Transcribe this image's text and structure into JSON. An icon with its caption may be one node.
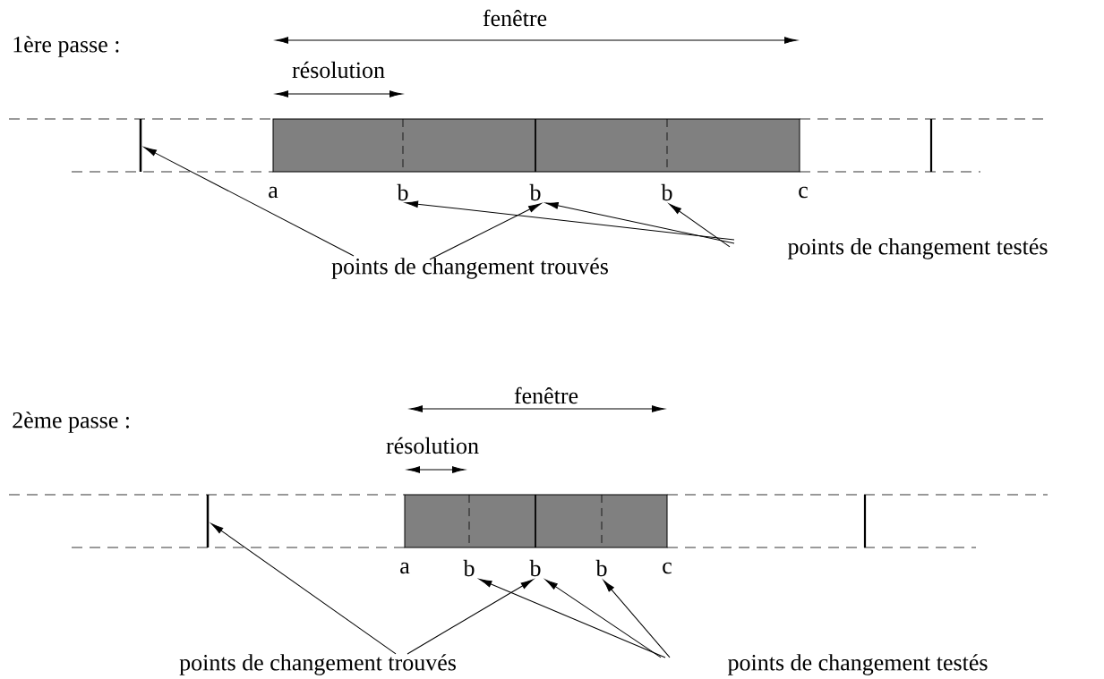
{
  "diagram": {
    "nodes": [
      {
        "text": [],
        "shape": "bar"
      },
      {
        "text": [
          "b"
        ]
      },
      {
        "text": [
          "b"
        ]
      },
      {
        "text": [
          "b"
        ]
      },
      {
        "text": [
          "points de changement trouvés"
        ]
      },
      {
        "text": [
          "points de changement testés"
        ]
      },
      {
        "text": [],
        "shape": "bar"
      },
      {
        "text": [
          "b"
        ]
      },
      {
        "text": [
          "b"
        ]
      },
      {
        "text": [
          "b"
        ]
      },
      {
        "text": [
          "points de changement trouvés"
        ]
      },
      {
        "text": [
          "points de changement testés"
        ]
      }
    ],
    "edges": [
      {
        "from": 4,
        "to": 0,
        "arrow": "to"
      },
      {
        "from": 4,
        "to": 2,
        "arrow": "to"
      },
      {
        "from": 5,
        "to": 1,
        "arrow": "to"
      },
      {
        "from": 5,
        "to": 2,
        "arrow": "to"
      },
      {
        "from": 5,
        "to": 3,
        "arrow": "to"
      },
      {
        "from": 10,
        "to": 6,
        "arrow": "to"
      },
      {
        "from": 10,
        "to": 8,
        "arrow": "to"
      },
      {
        "from": 11,
        "to": 7,
        "arrow": "to"
      },
      {
        "from": 11,
        "to": 8,
        "arrow": "to"
      },
      {
        "from": 11,
        "to": 9,
        "arrow": "to"
      }
    ],
    "labels": [
      "1ère passe :",
      "fenêtre",
      "résolution",
      "a",
      "c",
      "2ème passe :",
      "fenêtre",
      "résolution",
      "a",
      "c"
    ]
  }
}
